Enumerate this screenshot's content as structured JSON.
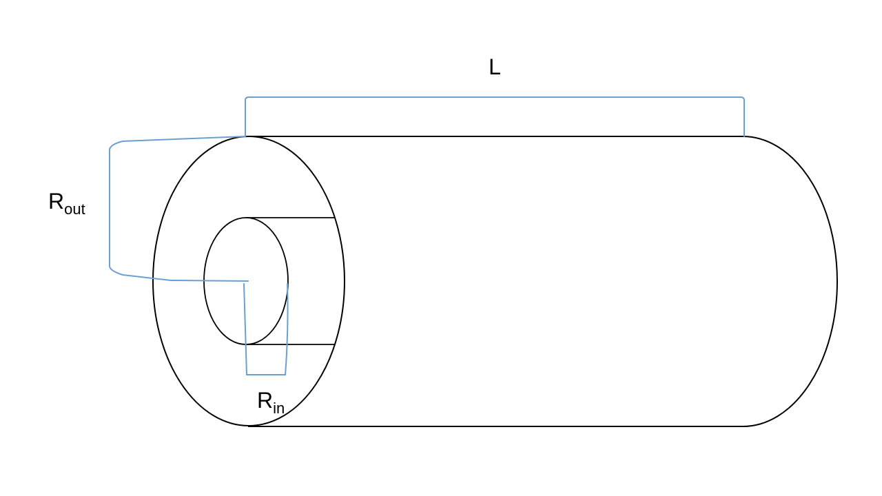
{
  "labels": {
    "length": "L",
    "outer_radius": {
      "main": "R",
      "sub": "out"
    },
    "inner_radius": {
      "main": "R",
      "sub": "in"
    }
  },
  "colors": {
    "outline": "#000000",
    "dimension": "#6a9fcf",
    "background": "#ffffff"
  }
}
